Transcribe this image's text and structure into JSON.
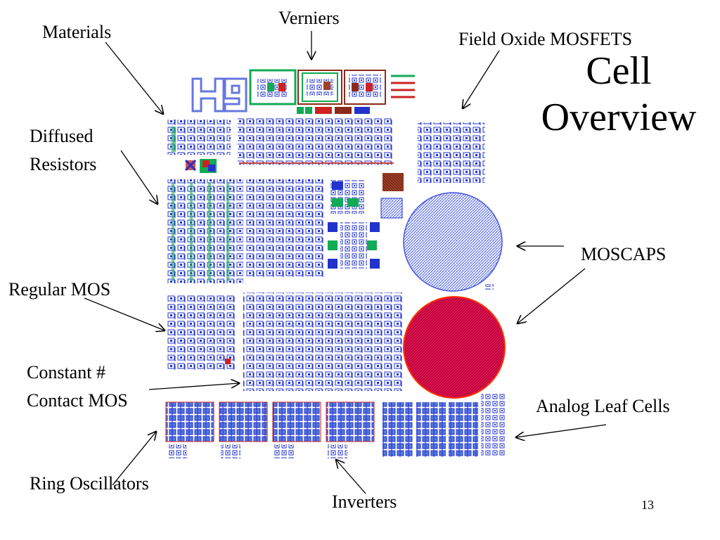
{
  "slide": {
    "title_line1": "Cell",
    "title_line2": "Overview",
    "page_number": "13"
  },
  "labels": {
    "verniers": "Verniers",
    "materials": "Materials",
    "field_oxide": "Field Oxide MOSFETS",
    "diffused_1": "Diffused",
    "diffused_2": "Resistors",
    "moscaps": "MOSCAPS",
    "regular_mos": "Regular MOS",
    "constant_1": "Constant #",
    "constant_2": "Contact MOS",
    "analog": "Analog Leaf Cells",
    "ring_osc": "Ring Oscillators",
    "inverters": "Inverters",
    "logo_text": "H9"
  },
  "colors": {
    "cell_blue": "#2233cc",
    "cap_fill": "#c8003c",
    "hatch_blue": "#8899ee",
    "green": "#11aa55",
    "red": "#cc2222",
    "brown": "#8b2a1a"
  }
}
